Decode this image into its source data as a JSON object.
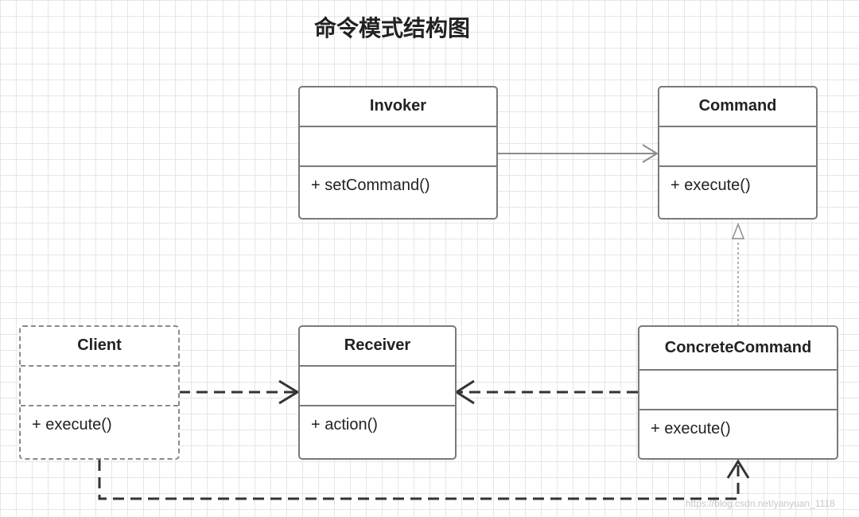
{
  "title": "命令模式结构图",
  "classes": {
    "invoker": {
      "name": "Invoker",
      "operation": "+ setCommand()"
    },
    "command": {
      "name": "Command",
      "operation": "+ execute()"
    },
    "client": {
      "name": "Client",
      "operation": "+ execute()"
    },
    "receiver": {
      "name": "Receiver",
      "operation": "+ action()"
    },
    "concrete_command": {
      "name": "ConcreteCommand",
      "operation": "+ execute()"
    }
  },
  "watermark": "https://blog.csdn.net/yanyuan_1118",
  "colors": {
    "grid": "#e6e6e6",
    "border": "#7a7a7a",
    "solid_line": "#8c8c8c",
    "dashed_line": "#333333"
  }
}
